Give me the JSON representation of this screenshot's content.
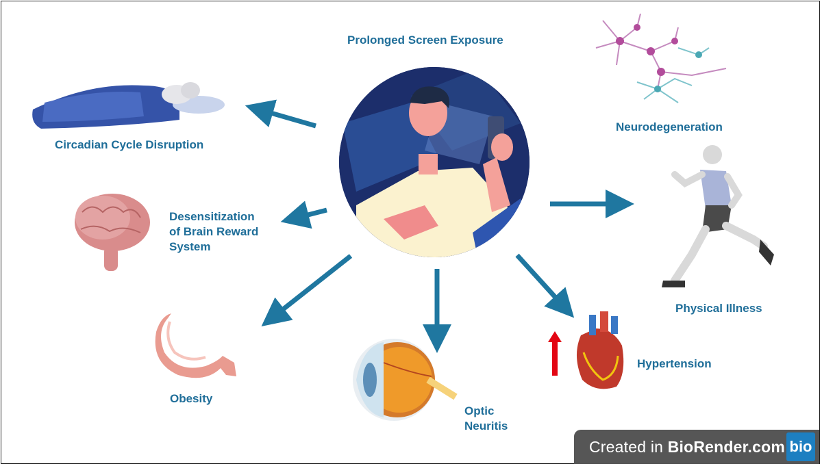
{
  "center": {
    "title": "Prolonged Screen Exposure"
  },
  "effects": {
    "circadian": "Circadian Cycle Disruption",
    "reward": "Desensitization\nof Brain Reward\nSystem",
    "obesity": "Obesity",
    "optic": "Optic\nNeuritis",
    "hypertension": "Hypertension",
    "physical": "Physical Illness",
    "neuro": "Neurodegeneration"
  },
  "badge": {
    "prefix": "Created in ",
    "brand": "BioRender.com",
    "logo": "bio"
  },
  "icons": [
    "sleeping-person-icon",
    "brain-icon",
    "stomach-icon",
    "eye-icon",
    "heart-icon",
    "running-man-icon",
    "neurons-icon",
    "person-with-phone-illustration"
  ],
  "colors": {
    "label": "#1f6e99",
    "arrow": "#1f77a0",
    "up_arrow": "#e30613",
    "badge_bg": "#565656",
    "logo_bg": "#1d7fc1"
  }
}
